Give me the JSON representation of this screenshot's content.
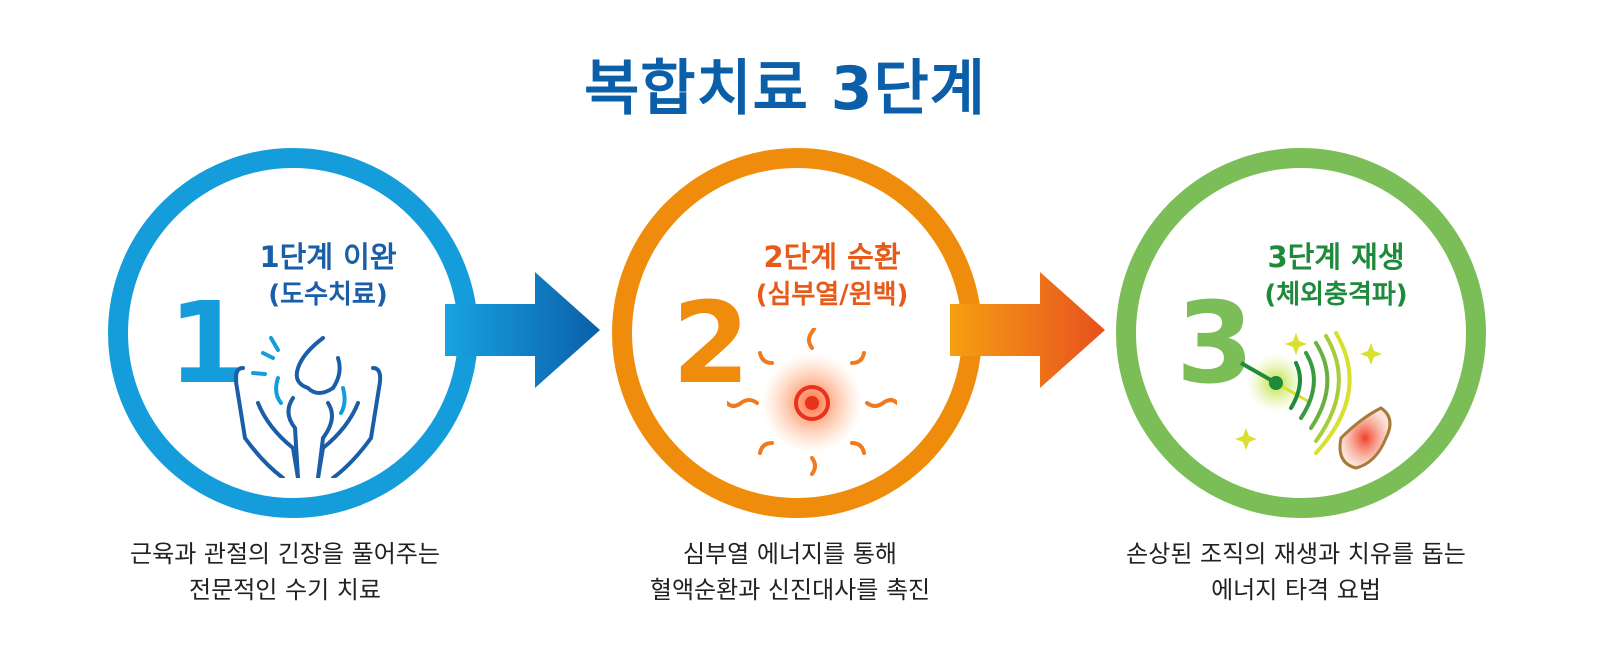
{
  "title": "복합치료 3단계",
  "colors": {
    "title": "#0b5fa9",
    "step1": "#159ddb",
    "step2": "#f08c0c",
    "step3": "#7bbd57",
    "step1_text": "#1a5ea8",
    "step2_text": "#e85a1a",
    "step3_text": "#1f8a3c"
  },
  "steps": [
    {
      "number": "1",
      "title": "1단계 이완",
      "subtitle": "(도수치료)",
      "icon": "hands-joint-icon",
      "description": [
        "근육과 관절의 긴장을 풀어주는",
        "전문적인 수기 치료"
      ]
    },
    {
      "number": "2",
      "title": "2단계 순환",
      "subtitle": "(심부열/윈백)",
      "icon": "heat-sun-icon",
      "description": [
        "심부열 에너지를 통해",
        "혈액순환과 신진대사를 촉진"
      ]
    },
    {
      "number": "3",
      "title": "3단계 재생",
      "subtitle": "(체외충격파)",
      "icon": "shockwave-icon",
      "description": [
        "손상된 조직의 재생과 치유를 돕는",
        "에너지 타격 요법"
      ]
    }
  ]
}
